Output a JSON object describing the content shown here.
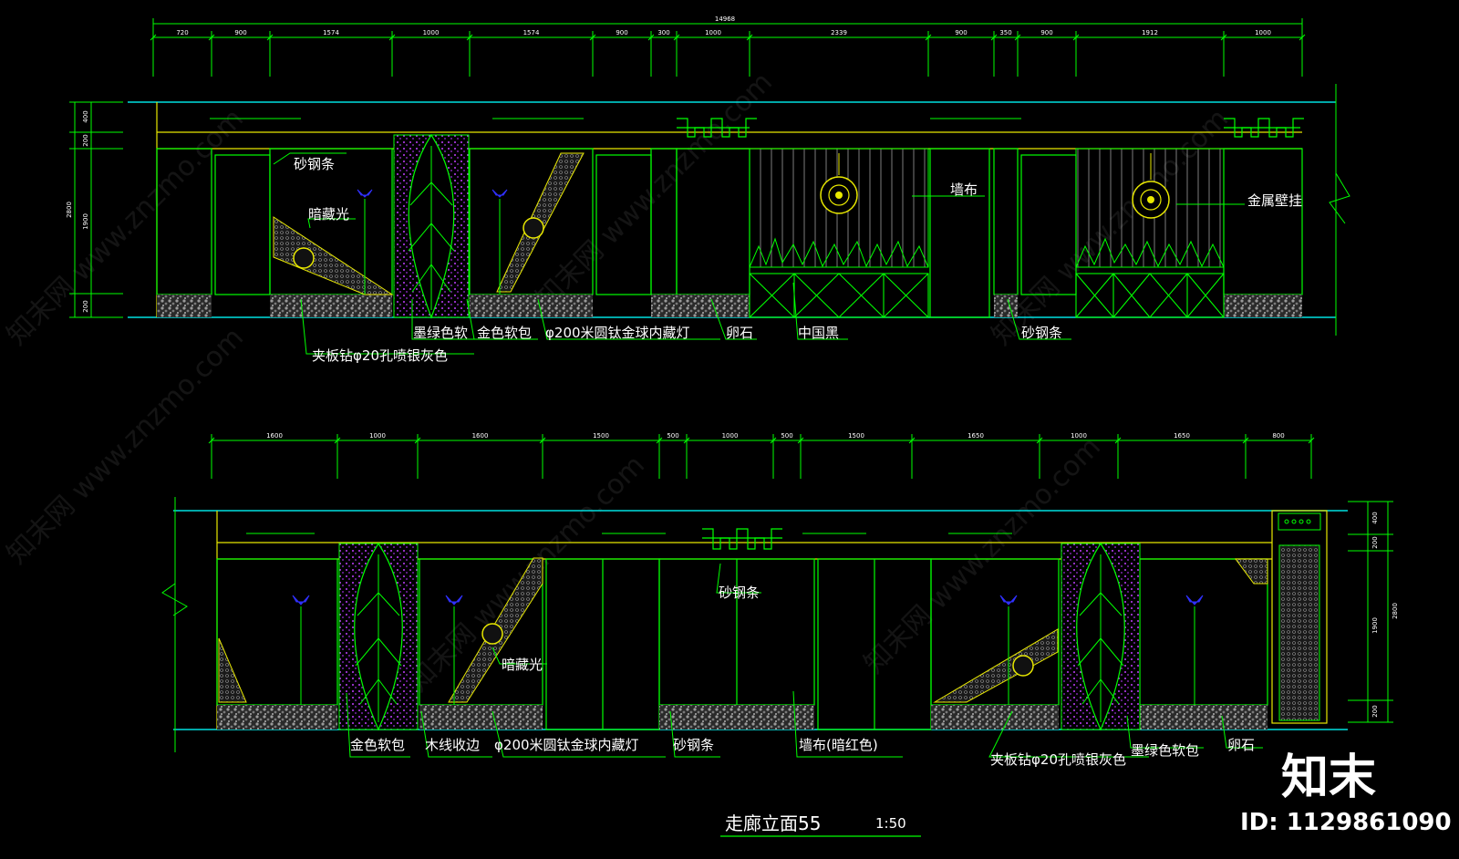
{
  "colors": {
    "background": "#000000",
    "green": "#00ff00",
    "yellow": "#e8e800",
    "cyan": "#00e0e0",
    "magenta": "#c040ff",
    "gray": "#8a8a8a",
    "blue": "#3030ff",
    "white": "#ffffff"
  },
  "top": {
    "total_dim": "14968",
    "dims": [
      "720",
      "900",
      "1574",
      "1000",
      "1574",
      "900",
      "300",
      "1000",
      "2339",
      "900",
      "350",
      "900",
      "1912",
      "1000"
    ],
    "vdims": [
      "400",
      "200",
      "1900",
      "2800",
      "200"
    ],
    "labels": {
      "sand_steel": "砂钢条",
      "hidden_light": "暗藏光",
      "wall_cloth": "墙布",
      "metal_hanging": "金属壁挂",
      "green_soft": "墨绿色软",
      "gold_soft": "金色软包",
      "titanium_lamp": "φ200米圆钛金球内藏灯",
      "pebble": "卵石",
      "china_black": "中国黑",
      "sand_steel_2": "砂钢条",
      "plywood": "夹板钻φ20孔喷银灰色"
    }
  },
  "bottom": {
    "dims": [
      "1600",
      "1000",
      "1600",
      "1500",
      "500",
      "1000",
      "500",
      "1500",
      "1650",
      "1000",
      "1650",
      "800"
    ],
    "vdims": [
      "400",
      "200",
      "1900",
      "2800",
      "200"
    ],
    "labels": {
      "sand_steel": "砂钢条",
      "hidden_light": "暗藏光",
      "gold_soft": "金色软包",
      "wood_line": "木线收边",
      "titanium_lamp": "φ200米圆钛金球内藏灯",
      "sand_steel_2": "砂钢条",
      "wall_cloth_red": "墙布(暗红色)",
      "plywood": "夹板钻φ20孔喷银灰色",
      "green_soft": "墨绿色软包",
      "pebble": "卵石"
    }
  },
  "title": {
    "name": "走廊立面55",
    "scale": "1:50"
  },
  "watermark": {
    "text": "知末网 www.znzmo.com",
    "brand": "知末",
    "id": "ID: 1129861090"
  }
}
